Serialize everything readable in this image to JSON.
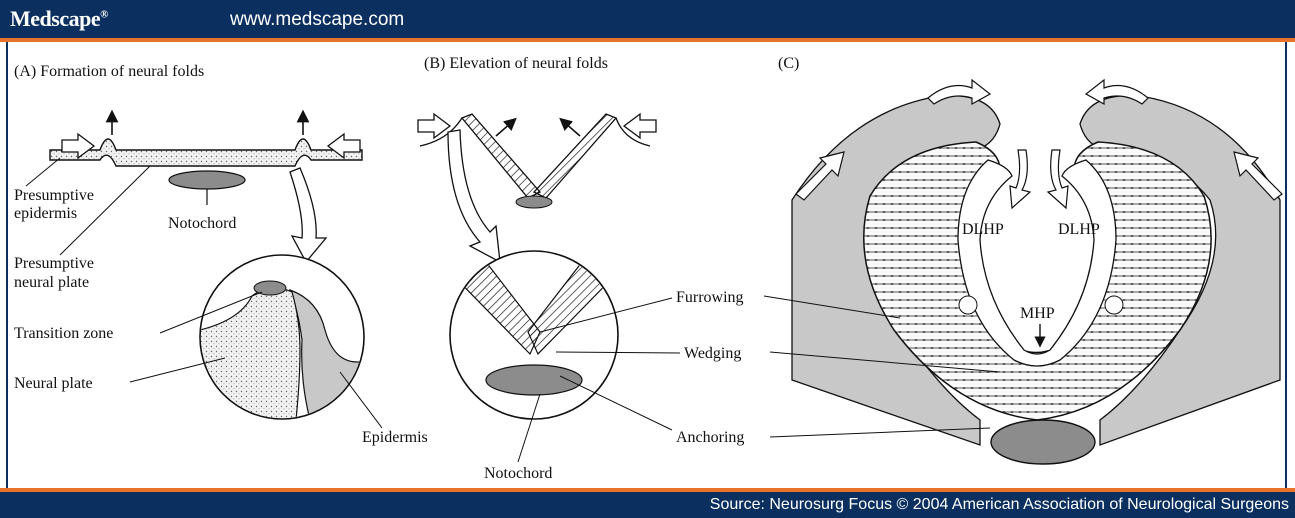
{
  "header": {
    "brand": "Medscape",
    "registered": "®",
    "url": "www.medscape.com"
  },
  "footer": {
    "source": "Source: Neurosurg Focus © 2004 American Association of Neurological Surgeons"
  },
  "panels": {
    "a": {
      "title": "(A) Formation of neural folds",
      "labels": {
        "presumptive_epidermis_1": "Presumptive",
        "presumptive_epidermis_2": "epidermis",
        "notochord": "Notochord",
        "presumptive_neural_plate_1": "Presumptive",
        "presumptive_neural_plate_2": "neural plate",
        "transition_zone": "Transition zone",
        "neural_plate": "Neural plate",
        "epidermis": "Epidermis"
      }
    },
    "b": {
      "title": "(B) Elevation of neural folds",
      "labels": {
        "notochord": "Notochord",
        "furrowing": "Furrowing",
        "wedging": "Wedging",
        "anchoring": "Anchoring"
      }
    },
    "c": {
      "title": "(C)",
      "labels": {
        "dlhp_left": "DLHP",
        "dlhp_right": "DLHP",
        "mhp": "MHP"
      }
    }
  },
  "colors": {
    "header_bg": "#0b2f5e",
    "accent": "#e8732a",
    "tissue_gray": "#c8c8c8",
    "notochord_gray": "#8c8c8c"
  }
}
